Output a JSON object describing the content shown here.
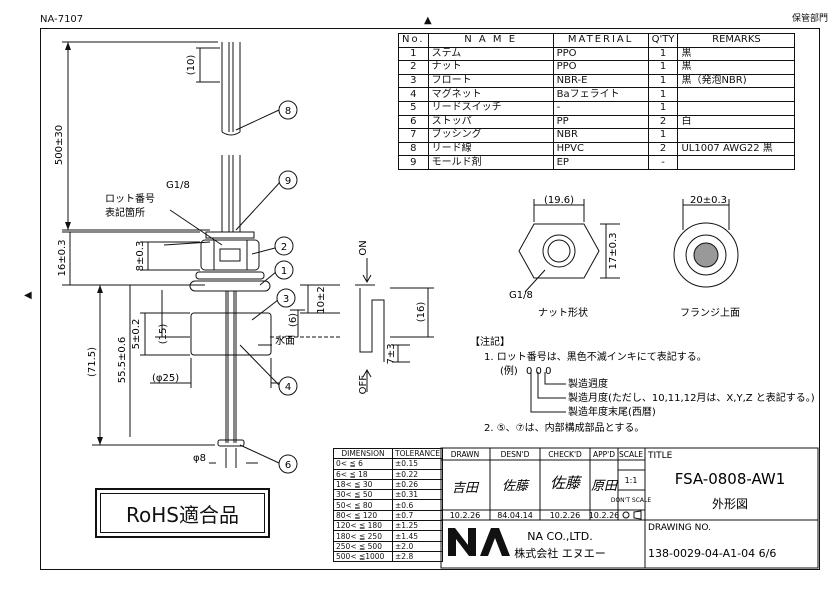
{
  "header": {
    "drawing_code": "NA-7107",
    "storage_note": "保管部門"
  },
  "parts_table": {
    "headers": [
      "No.",
      "N A M E",
      "MATERIAL",
      "Q'TY",
      "REMARKS"
    ],
    "rows": [
      {
        "no": "1",
        "name": "ステム",
        "material": "PPO",
        "qty": "1",
        "remarks": "黒"
      },
      {
        "no": "2",
        "name": "ナット",
        "material": "PPO",
        "qty": "1",
        "remarks": "黒"
      },
      {
        "no": "3",
        "name": "フロート",
        "material": "NBR-E",
        "qty": "1",
        "remarks": "黒（発泡NBR)"
      },
      {
        "no": "4",
        "name": "マグネット",
        "material": "Baフェライト",
        "qty": "1",
        "remarks": ""
      },
      {
        "no": "5",
        "name": "リードスイッチ",
        "material": "-",
        "qty": "1",
        "remarks": ""
      },
      {
        "no": "6",
        "name": "ストッパ",
        "material": "PP",
        "qty": "2",
        "remarks": "白"
      },
      {
        "no": "7",
        "name": "ブッシング",
        "material": "NBR",
        "qty": "1",
        "remarks": ""
      },
      {
        "no": "8",
        "name": "リード線",
        "material": "HPVC",
        "qty": "2",
        "remarks": "UL1007 AWG22 黒"
      },
      {
        "no": "9",
        "name": "モールド剤",
        "material": "EP",
        "qty": "-",
        "remarks": ""
      }
    ]
  },
  "main_view": {
    "dim_10": "(10)",
    "dim_500": "500±30",
    "dim_16": "16±0.3",
    "dim_8": "8±0.3",
    "dim_715": "(71.5)",
    "dim_555": "55.5±0.6",
    "dim_5": "5±0.2",
    "dim_15": "(15)",
    "dim_6": "(6)",
    "dim_10b": "10±2",
    "dim_25": "(φ25)",
    "dim_phi8": "φ8",
    "lot_label_line1": "ロット番号",
    "lot_label_line2": "表記箇所",
    "thread": "G1/8",
    "water_surface": "水面",
    "callouts": [
      "8",
      "9",
      "2",
      "1",
      "3",
      "4",
      "6"
    ]
  },
  "switch_view": {
    "on": "ON",
    "off": "OFF",
    "dim_16": "(16)",
    "dim_7": "7±3"
  },
  "nut_view": {
    "dim_width": "(19.6)",
    "dim_height": "17±0.3",
    "thread": "G1/8",
    "caption": "ナット形状"
  },
  "flange_view": {
    "dim_width": "20±0.3",
    "caption": "フランジ上面"
  },
  "notes": {
    "heading": "【注記】",
    "note1": "1.  ロット番号は、黒色不滅インキにて表記する。",
    "example_label": "(例)",
    "example_digits": "0 0 0",
    "legend_a": "製造週度",
    "legend_b": "製造月度(ただし、10,11,12月は、X,Y,Z と表記する。)",
    "legend_c": "製造年度末尾(西暦)",
    "note2": "2.  ⑤、⑦は、内部構成部品とする。"
  },
  "tolerance_table": {
    "headers": [
      "DIMENSION",
      "TOLERANCE"
    ],
    "rows": [
      [
        "0<  ≦   6",
        "±0.15"
      ],
      [
        "6<  ≦  18",
        "±0.22"
      ],
      [
        "18<  ≦  30",
        "±0.26"
      ],
      [
        "30<  ≦  50",
        "±0.31"
      ],
      [
        "50<  ≦  80",
        "±0.6"
      ],
      [
        "80<  ≦ 120",
        "±0.7"
      ],
      [
        "120<  ≦ 180",
        "±1.25"
      ],
      [
        "180<  ≦ 250",
        "±1.45"
      ],
      [
        "250<  ≦ 500",
        "±2.0"
      ],
      [
        "500<  ≦1000",
        "±2.8"
      ]
    ]
  },
  "title_block": {
    "drawn_label": "DRAWN",
    "designed_label": "DESN'D",
    "checked_label": "CHECK'D",
    "approved_label": "APP'D",
    "scale_label": "SCALE",
    "scale_value": "1:1",
    "dont_scale": "DON'T SCALE",
    "drawn_sig": "吉田",
    "designed_sig": "佐藤",
    "checked_sig": "佐藤",
    "approved_sig": "原田",
    "drawn_date": "10.2.26",
    "designed_date": "84.04.14",
    "checked_date": "10.2.26",
    "approved_date": "10.2.26",
    "title_label": "TITLE",
    "part_number": "FSA-0808-AW1",
    "drawing_type": "外形図",
    "company_en": "NA CO.,LTD.",
    "company_jp": "株式会社  エヌエー",
    "drawing_no_label": "DRAWING NO.",
    "drawing_no": "138-0029-04-A1-04  6/6"
  },
  "rohs": "RoHS適合品"
}
